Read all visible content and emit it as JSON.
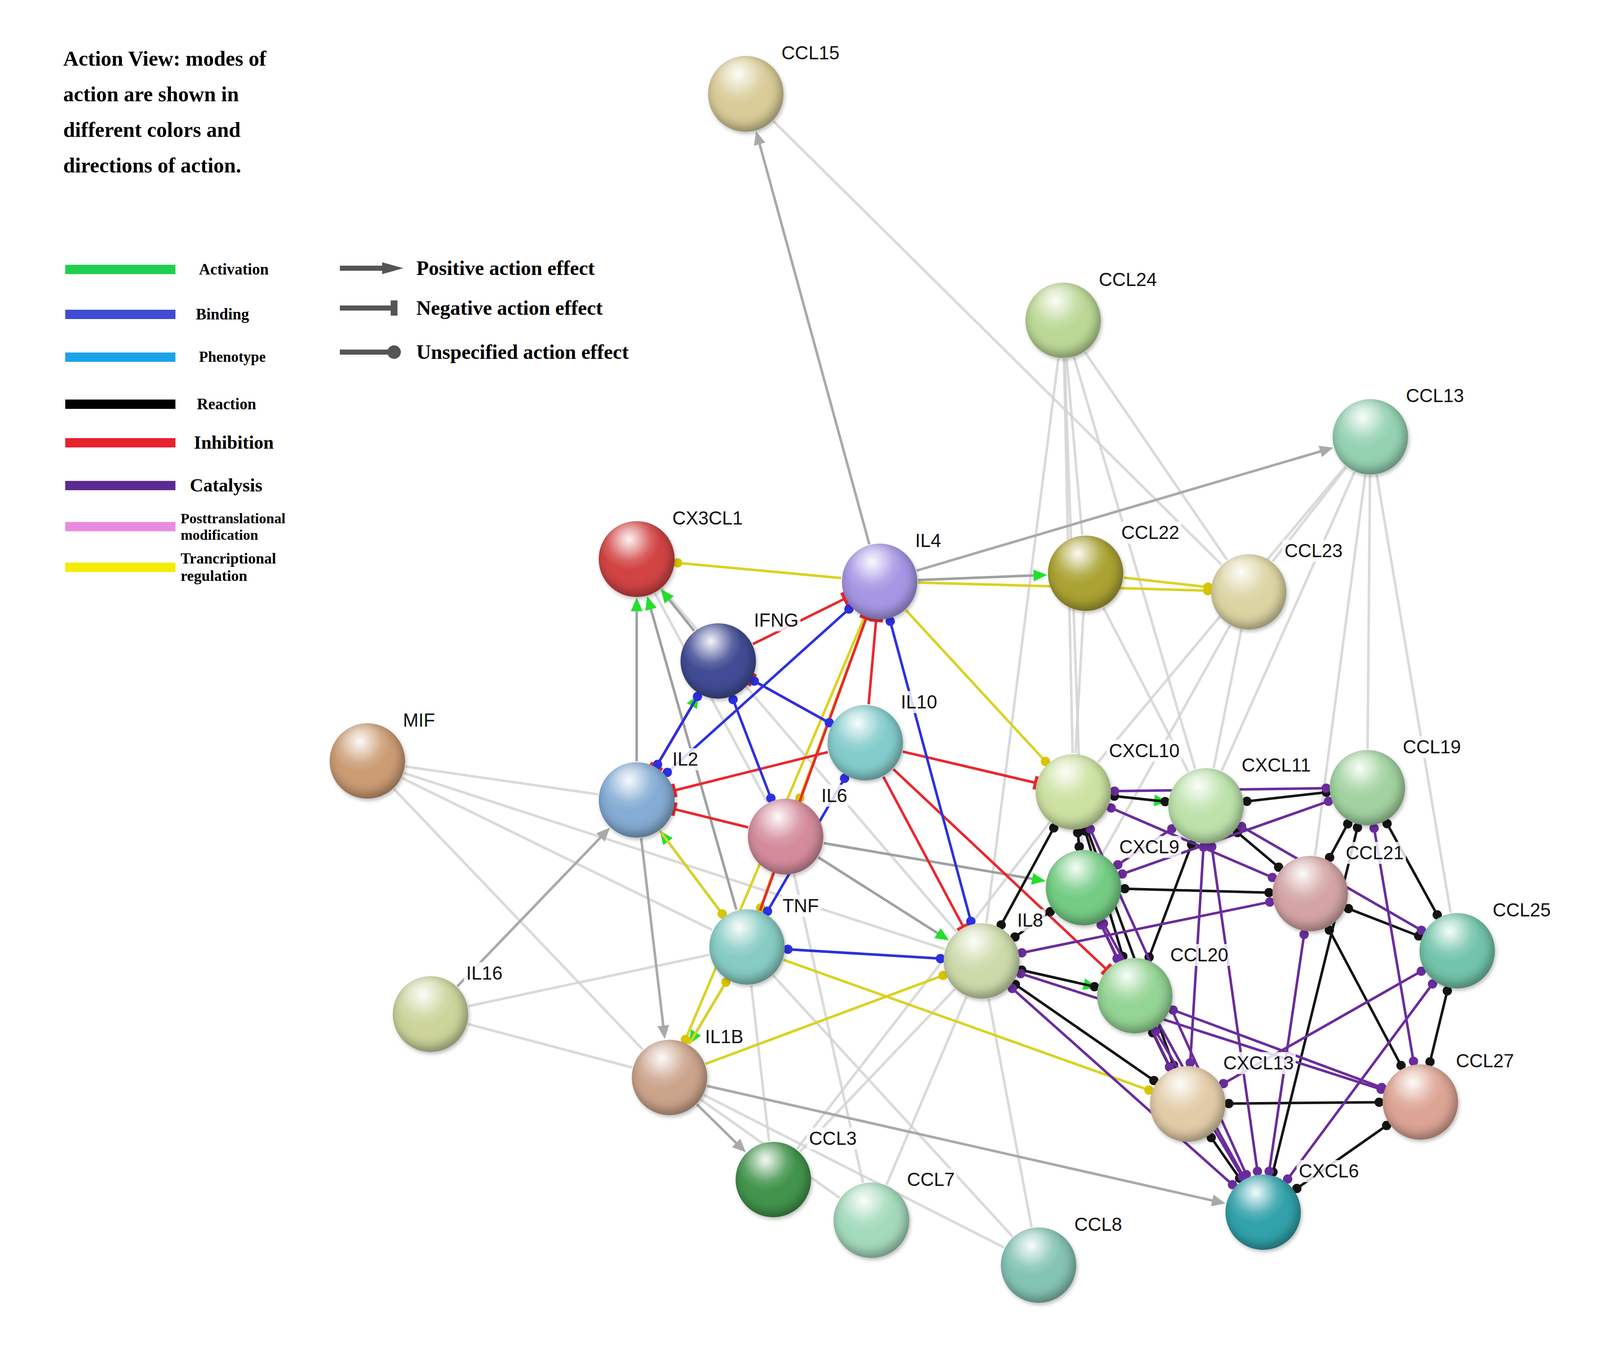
{
  "diagram": {
    "title": "Action View: modes of action are shown in different colors and directions of action.",
    "nodes": [
      {
        "text": [
          "CCL15"
        ]
      },
      {
        "text": [
          "CCL24"
        ]
      },
      {
        "text": [
          "CCL13"
        ]
      },
      {
        "text": [
          "CX3CL1"
        ]
      },
      {
        "text": [
          "IL4"
        ]
      },
      {
        "text": [
          "CCL22"
        ]
      },
      {
        "text": [
          "CCL23"
        ]
      },
      {
        "text": [
          "IFNG"
        ]
      },
      {
        "text": [
          "IL10"
        ]
      },
      {
        "text": [
          "MIF"
        ]
      },
      {
        "text": [
          "IL2"
        ]
      },
      {
        "text": [
          "CXCL10"
        ]
      },
      {
        "text": [
          "CCL19"
        ]
      },
      {
        "text": [
          "CXCL11"
        ]
      },
      {
        "text": [
          "IL6"
        ]
      },
      {
        "text": [
          "CXCL9"
        ]
      },
      {
        "text": [
          "CCL21"
        ]
      },
      {
        "text": [
          "TNF"
        ]
      },
      {
        "text": [
          "IL8"
        ]
      },
      {
        "text": [
          "CCL25"
        ]
      },
      {
        "text": [
          "CCL20"
        ]
      },
      {
        "text": [
          "IL16"
        ]
      },
      {
        "text": [
          "IL1B"
        ]
      },
      {
        "text": [
          "CCL27"
        ]
      },
      {
        "text": [
          "CXCL13"
        ]
      },
      {
        "text": [
          "CCL3"
        ]
      },
      {
        "text": [
          "CXCL6"
        ]
      },
      {
        "text": [
          "CCL7"
        ]
      },
      {
        "text": [
          "CCL8"
        ]
      }
    ],
    "edges": [
      {
        "from": 1,
        "to": 5,
        "arrow": "none"
      },
      {
        "from": 1,
        "to": 6,
        "arrow": "none"
      },
      {
        "from": 1,
        "to": 11,
        "arrow": "none"
      },
      {
        "from": 1,
        "to": 13,
        "arrow": "none"
      },
      {
        "from": 1,
        "to": 15,
        "arrow": "none"
      },
      {
        "from": 1,
        "to": 18,
        "arrow": "none"
      },
      {
        "from": 2,
        "to": 6,
        "arrow": "none"
      },
      {
        "from": 2,
        "to": 13,
        "arrow": "none"
      },
      {
        "from": 2,
        "to": 12,
        "arrow": "none"
      },
      {
        "from": 2,
        "to": 16,
        "arrow": "none"
      },
      {
        "from": 2,
        "to": 19,
        "arrow": "none"
      },
      {
        "from": 2,
        "to": 11,
        "arrow": "none"
      },
      {
        "from": 0,
        "to": 6,
        "arrow": "none"
      },
      {
        "from": 9,
        "to": 10,
        "arrow": "none"
      },
      {
        "from": 9,
        "to": 17,
        "arrow": "none"
      },
      {
        "from": 9,
        "to": 22,
        "arrow": "none"
      },
      {
        "from": 9,
        "to": 18,
        "arrow": "none"
      },
      {
        "from": 21,
        "to": 22,
        "arrow": "none"
      },
      {
        "from": 21,
        "to": 17,
        "arrow": "none"
      },
      {
        "from": 25,
        "to": 17,
        "arrow": "none"
      },
      {
        "from": 25,
        "to": 18,
        "arrow": "none"
      },
      {
        "from": 27,
        "to": 14,
        "arrow": "none"
      },
      {
        "from": 27,
        "to": 18,
        "arrow": "none"
      },
      {
        "from": 28,
        "to": 17,
        "arrow": "none"
      },
      {
        "from": 28,
        "to": 18,
        "arrow": "none"
      },
      {
        "from": 3,
        "to": 18,
        "arrow": "none"
      },
      {
        "from": 25,
        "to": 11,
        "arrow": "none"
      },
      {
        "from": 27,
        "to": 22,
        "arrow": "none"
      },
      {
        "from": 28,
        "to": 22,
        "arrow": "none"
      },
      {
        "from": 5,
        "to": 13,
        "arrow": "none"
      },
      {
        "from": 5,
        "to": 11,
        "arrow": "none"
      },
      {
        "from": 6,
        "to": 13,
        "arrow": "none"
      },
      {
        "from": 6,
        "to": 15,
        "arrow": "none"
      },
      {
        "from": 3,
        "to": 14,
        "arrow": "none"
      },
      {
        "from": 4,
        "to": 0,
        "arrow": "to"
      },
      {
        "from": 4,
        "to": 2,
        "arrow": "to"
      },
      {
        "from": 21,
        "to": 10,
        "arrow": "to"
      },
      {
        "from": 22,
        "to": 25,
        "arrow": "to"
      },
      {
        "from": 22,
        "to": 26,
        "arrow": "to"
      },
      {
        "from": 10,
        "to": 22,
        "arrow": "to"
      },
      {
        "from": 4,
        "to": 5,
        "arrow": "to"
      },
      {
        "from": 7,
        "to": 3,
        "arrow": "to"
      },
      {
        "from": 10,
        "to": 3,
        "arrow": "to"
      },
      {
        "from": 17,
        "to": 3,
        "arrow": "to"
      },
      {
        "from": 10,
        "to": 7,
        "arrow": "to"
      },
      {
        "from": 17,
        "to": 10,
        "arrow": "to"
      },
      {
        "from": 11,
        "to": 13,
        "arrow": "to"
      },
      {
        "from": 14,
        "to": 18,
        "arrow": "to"
      },
      {
        "from": 17,
        "to": 22,
        "arrow": "to"
      },
      {
        "from": 18,
        "to": 20,
        "arrow": "to"
      },
      {
        "from": 14,
        "to": 15,
        "arrow": "to"
      },
      {
        "from": 4,
        "to": 6,
        "arrow": "to"
      },
      {
        "from": 4,
        "to": 3,
        "arrow": "to"
      },
      {
        "from": 5,
        "to": 6,
        "arrow": "to"
      },
      {
        "from": 4,
        "to": 14,
        "arrow": "to"
      },
      {
        "from": 4,
        "to": 17,
        "arrow": "to"
      },
      {
        "from": 4,
        "to": 22,
        "arrow": "to"
      },
      {
        "from": 4,
        "to": 11,
        "arrow": "to"
      },
      {
        "from": 17,
        "to": 18,
        "arrow": "to"
      },
      {
        "from": 22,
        "to": 18,
        "arrow": "to"
      },
      {
        "from": 17,
        "to": 24,
        "arrow": "to"
      },
      {
        "from": 10,
        "to": 17,
        "arrow": "to"
      },
      {
        "from": 14,
        "to": 17,
        "arrow": "to"
      },
      {
        "from": 22,
        "to": 17,
        "arrow": "to"
      },
      {
        "from": 8,
        "to": 4,
        "arrow": "to"
      },
      {
        "from": 8,
        "to": 10,
        "arrow": "to"
      },
      {
        "from": 8,
        "to": 7,
        "arrow": "to"
      },
      {
        "from": 8,
        "to": 11,
        "arrow": "to"
      },
      {
        "from": 8,
        "to": 18,
        "arrow": "to"
      },
      {
        "from": 7,
        "to": 10,
        "arrow": "to"
      },
      {
        "from": 14,
        "to": 10,
        "arrow": "to"
      },
      {
        "from": 7,
        "to": 4,
        "arrow": "to"
      },
      {
        "from": 17,
        "to": 4,
        "arrow": "to"
      },
      {
        "from": 8,
        "to": 20,
        "arrow": "to"
      },
      {
        "from": 10,
        "to": 7,
        "arrow": "both"
      },
      {
        "from": 17,
        "to": 18,
        "arrow": "both"
      },
      {
        "from": 7,
        "to": 8,
        "arrow": "both"
      },
      {
        "from": 4,
        "to": 18,
        "arrow": "both"
      },
      {
        "from": 7,
        "to": 14,
        "arrow": "both"
      },
      {
        "from": 11,
        "to": 15,
        "arrow": "both"
      },
      {
        "from": 10,
        "to": 4,
        "arrow": "both"
      },
      {
        "from": 8,
        "to": 17,
        "arrow": "both"
      },
      {
        "from": 11,
        "to": 13,
        "arrow": "both"
      },
      {
        "from": 11,
        "to": 15,
        "arrow": "both"
      },
      {
        "from": 11,
        "to": 18,
        "arrow": "both"
      },
      {
        "from": 11,
        "to": 20,
        "arrow": "both"
      },
      {
        "from": 11,
        "to": 24,
        "arrow": "both"
      },
      {
        "from": 13,
        "to": 12,
        "arrow": "both"
      },
      {
        "from": 13,
        "to": 16,
        "arrow": "both"
      },
      {
        "from": 13,
        "to": 20,
        "arrow": "both"
      },
      {
        "from": 12,
        "to": 16,
        "arrow": "both"
      },
      {
        "from": 12,
        "to": 19,
        "arrow": "both"
      },
      {
        "from": 15,
        "to": 16,
        "arrow": "both"
      },
      {
        "from": 15,
        "to": 18,
        "arrow": "both"
      },
      {
        "from": 16,
        "to": 19,
        "arrow": "both"
      },
      {
        "from": 16,
        "to": 23,
        "arrow": "both"
      },
      {
        "from": 19,
        "to": 23,
        "arrow": "both"
      },
      {
        "from": 18,
        "to": 20,
        "arrow": "both"
      },
      {
        "from": 18,
        "to": 24,
        "arrow": "both"
      },
      {
        "from": 20,
        "to": 24,
        "arrow": "both"
      },
      {
        "from": 24,
        "to": 26,
        "arrow": "both"
      },
      {
        "from": 23,
        "to": 26,
        "arrow": "both"
      },
      {
        "from": 24,
        "to": 23,
        "arrow": "both"
      },
      {
        "from": 12,
        "to": 26,
        "arrow": "both"
      },
      {
        "from": 11,
        "to": 12,
        "arrow": "both"
      },
      {
        "from": 11,
        "to": 16,
        "arrow": "both"
      },
      {
        "from": 11,
        "to": 26,
        "arrow": "both"
      },
      {
        "from": 13,
        "to": 15,
        "arrow": "both"
      },
      {
        "from": 13,
        "to": 19,
        "arrow": "both"
      },
      {
        "from": 13,
        "to": 24,
        "arrow": "both"
      },
      {
        "from": 12,
        "to": 15,
        "arrow": "both"
      },
      {
        "from": 12,
        "to": 23,
        "arrow": "both"
      },
      {
        "from": 15,
        "to": 20,
        "arrow": "both"
      },
      {
        "from": 15,
        "to": 24,
        "arrow": "both"
      },
      {
        "from": 16,
        "to": 18,
        "arrow": "both"
      },
      {
        "from": 16,
        "to": 26,
        "arrow": "both"
      },
      {
        "from": 19,
        "to": 24,
        "arrow": "both"
      },
      {
        "from": 19,
        "to": 26,
        "arrow": "both"
      },
      {
        "from": 18,
        "to": 26,
        "arrow": "both"
      },
      {
        "from": 20,
        "to": 26,
        "arrow": "both"
      },
      {
        "from": 18,
        "to": 23,
        "arrow": "both"
      },
      {
        "from": 20,
        "to": 23,
        "arrow": "both"
      },
      {
        "from": 13,
        "to": 26,
        "arrow": "both"
      },
      {
        "from": 15,
        "to": 26,
        "arrow": "both"
      }
    ],
    "legend": [
      {
        "text": "Activation",
        "color": "#1fd050"
      },
      {
        "text": "Binding",
        "color": "#3f4cd0"
      },
      {
        "text": "Phenotype",
        "color": "#1aa3ea"
      },
      {
        "text": "Reaction",
        "color": "#000000"
      },
      {
        "text": "Inhibition",
        "color": "#e8222e"
      },
      {
        "text": "Catalysis",
        "color": "#5c2a90"
      },
      {
        "text": "Posttranslational modification",
        "color": "#e98ce0"
      },
      {
        "text": "Trancriptional regulation",
        "color": "#f5ec00"
      },
      {
        "text": "Positive action effect"
      },
      {
        "text": "Negative action effect"
      },
      {
        "text": "Unspecified action effect"
      }
    ]
  }
}
